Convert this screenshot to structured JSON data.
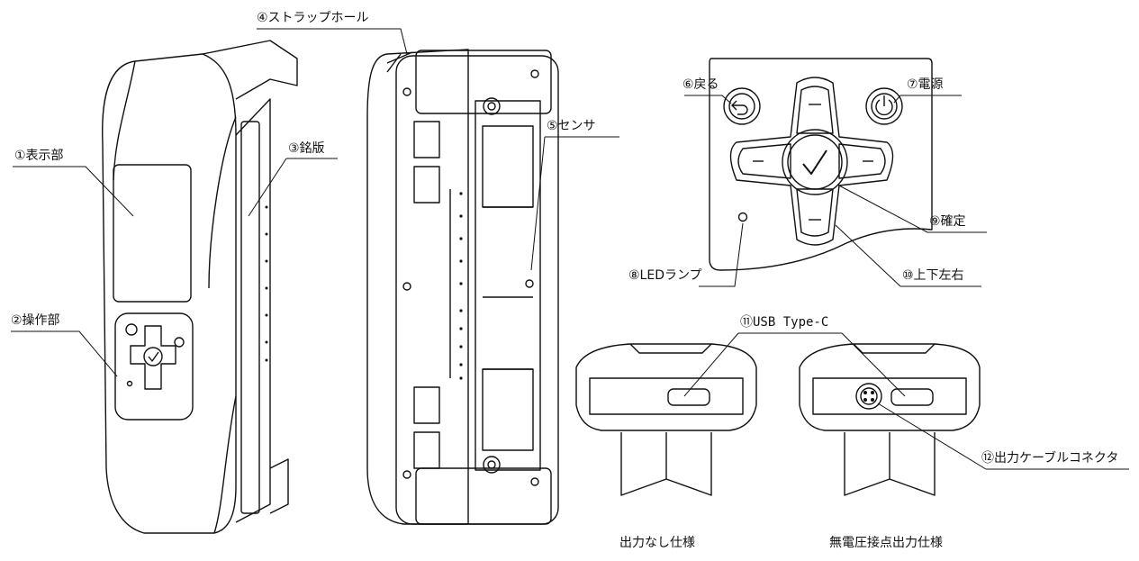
{
  "labels": {
    "display": "①表示部",
    "operation": "②操作部",
    "nameplate": "③銘版",
    "strap_hole": "④ストラップホール",
    "sensor": "⑤センサ",
    "back": "⑥戻る",
    "power": "⑦電源",
    "led": "⑧LEDランプ",
    "confirm": "⑨確定",
    "direction": "⑩上下左右",
    "usb": "⑪USB Type-C",
    "output_connector": "⑫出力ケーブルコネクタ"
  },
  "captions": {
    "no_output": "出力なし仕様",
    "dry_contact": "無電圧接点出力仕様"
  },
  "icons": [
    "back-arrow-icon",
    "power-icon",
    "checkmark-icon"
  ]
}
